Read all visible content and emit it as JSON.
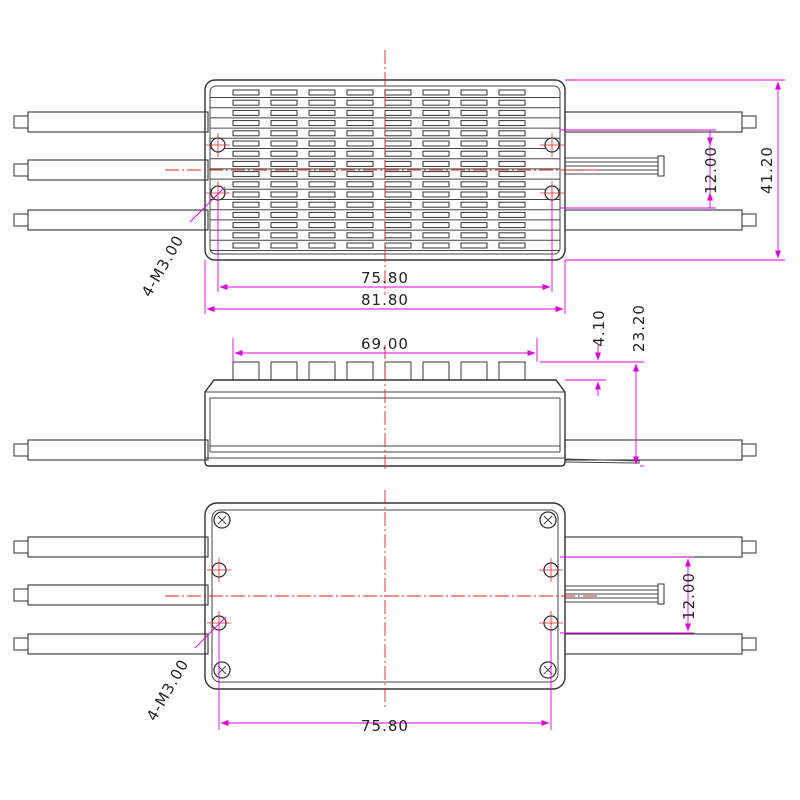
{
  "top_view": {
    "dim_height": "41.20",
    "dim_hole_pitch": "12.00",
    "dim_hole_span": "75.80",
    "dim_length": "81.80",
    "holes_label": "4-M3.00"
  },
  "side_view": {
    "dim_fin_length": "69.00",
    "dim_fin_height": "4.10",
    "dim_total_height": "23.20"
  },
  "bottom_view": {
    "dim_hole_pitch": "12.00",
    "dim_hole_span": "75.80",
    "holes_label": "4-M3.00"
  },
  "colors": {
    "dimension_line": "#e000e0",
    "center_line": "#e02020",
    "outline": "#333333"
  }
}
